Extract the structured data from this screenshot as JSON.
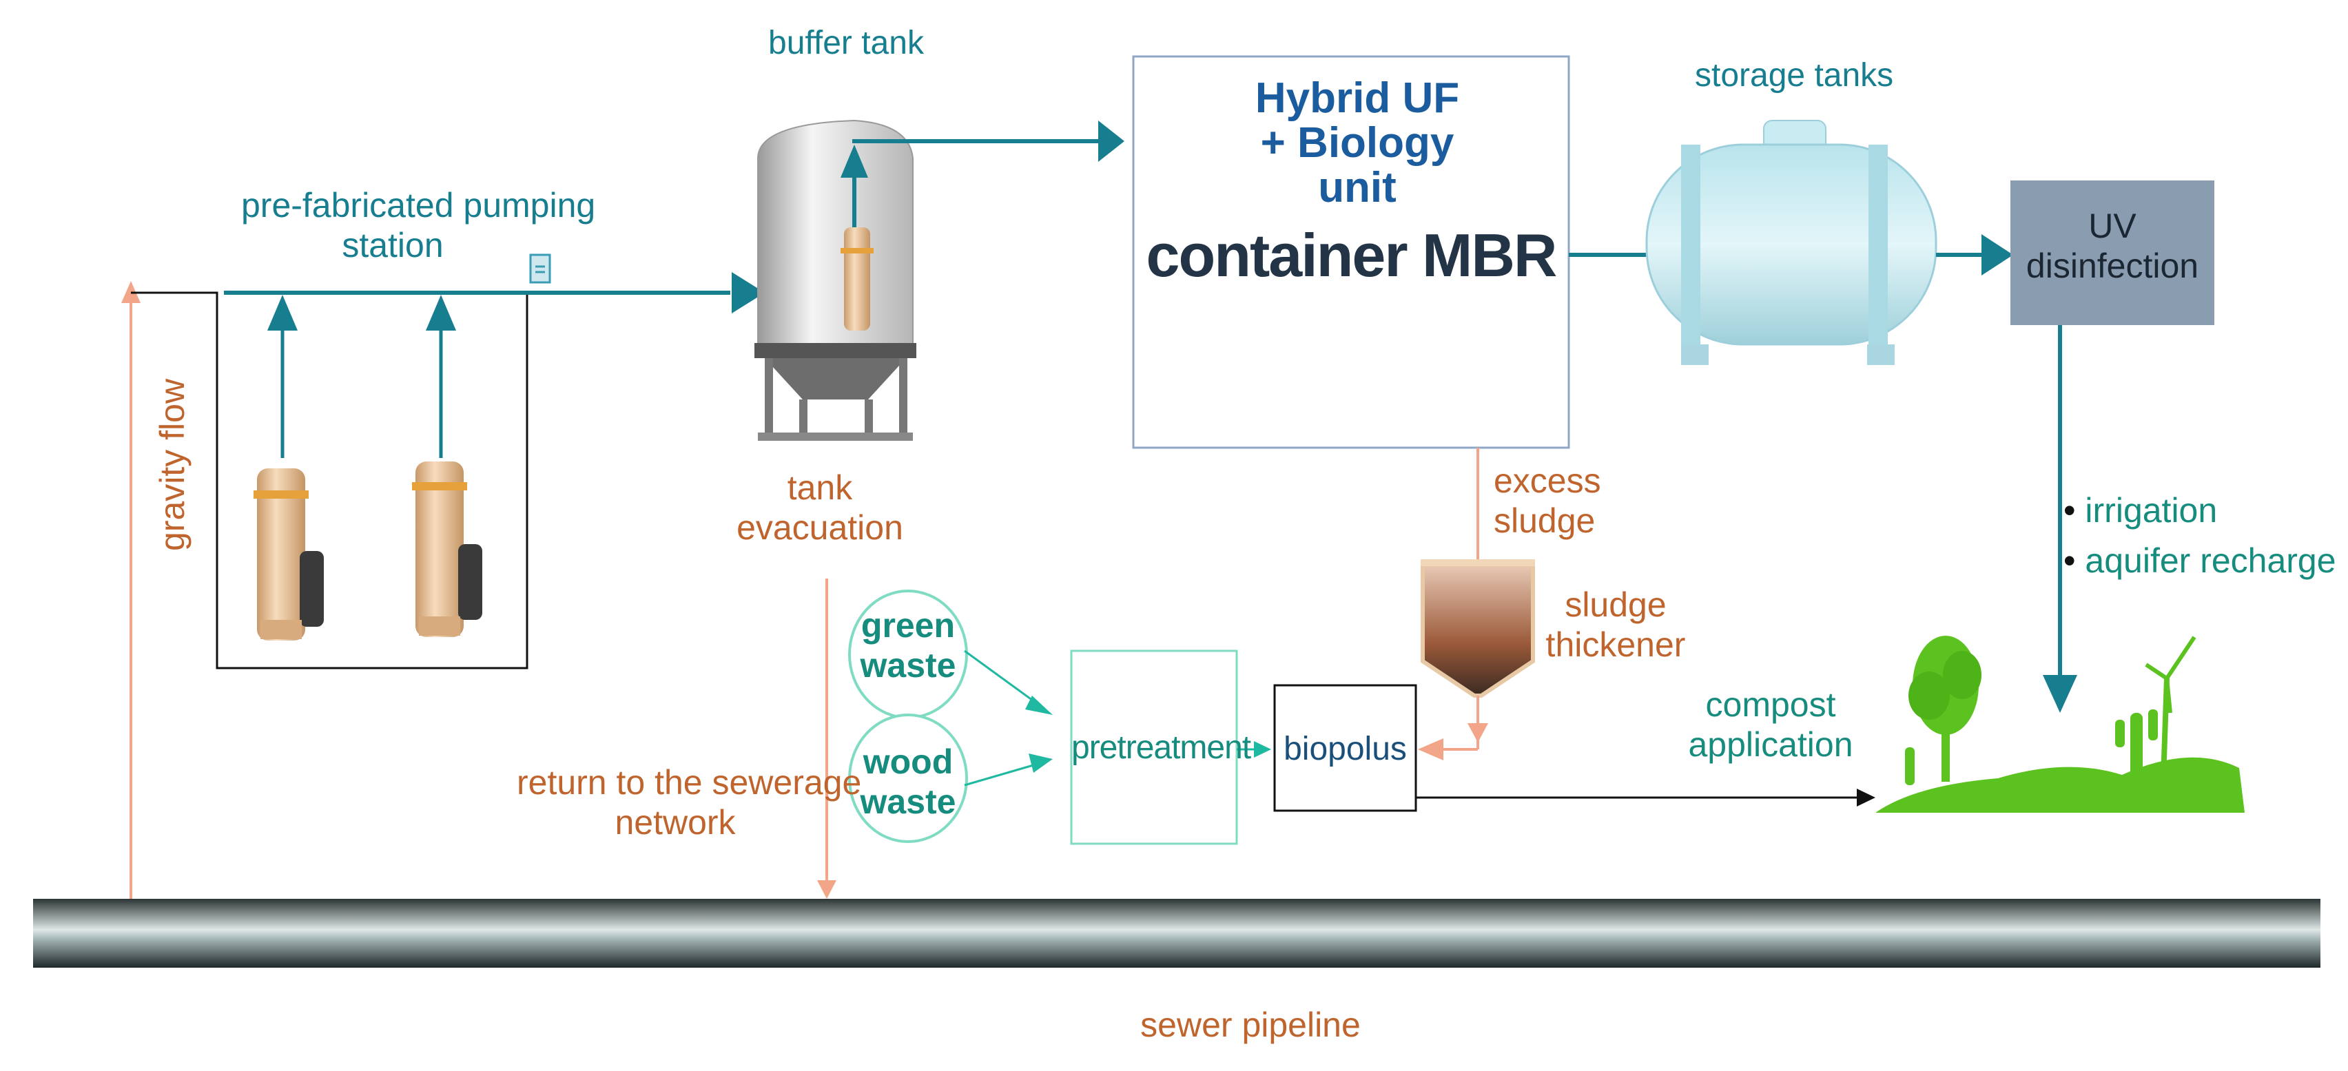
{
  "labels": {
    "buffer_tank": "buffer tank",
    "pumping_station": [
      "pre-fabricated pumping",
      "station"
    ],
    "hybrid_uf": [
      "Hybrid UF",
      "+ Biology",
      "unit"
    ],
    "container_mbr": "container MBR",
    "storage_tanks": "storage tanks",
    "uv_disinfection": [
      "UV",
      "disinfection"
    ],
    "gravity_flow": "gravity flow",
    "tank_evacuation": [
      "tank",
      "evacuation"
    ],
    "excess_sludge": [
      "excess",
      "sludge"
    ],
    "sludge_thickener": [
      "sludge",
      "thickener"
    ],
    "green_waste": [
      "green",
      "waste"
    ],
    "wood_waste": [
      "wood",
      "waste"
    ],
    "pretreatment": "pretreatment",
    "biopolus": "biopolus",
    "compost_application": [
      "compost",
      "application"
    ],
    "return_to_sewerage": [
      "return to the sewerage",
      "network"
    ],
    "uses": [
      "irrigation",
      "aquifer recharge"
    ],
    "bullet": "•",
    "sewer_pipeline": "sewer pipeline"
  },
  "colors": {
    "teal_line": "#177e8f",
    "orange_line": "#f2a588",
    "green_circle": "#7fdcc3",
    "uv_box": "#8a9cb0",
    "landscape": "#5cc21f",
    "pipe": "#3e4a4a"
  },
  "icons": [
    "pump-icon",
    "buffer-tank-icon",
    "storage-tank-icon",
    "sludge-thickener-icon",
    "landscape-icon",
    "wind-turbine-icon",
    "tree-icon",
    "cactus-icon"
  ]
}
